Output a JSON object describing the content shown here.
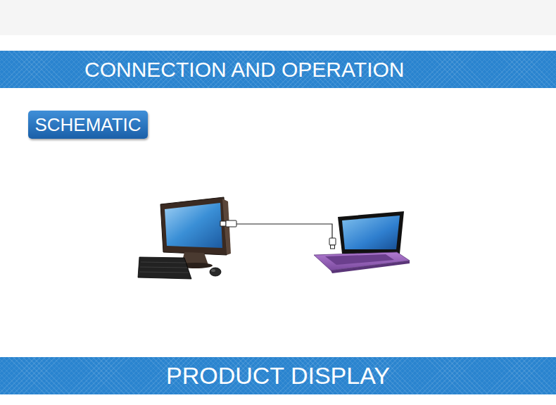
{
  "diagram": {
    "nodes": [
      {
        "text": [
          "CONNECTION AND OPERATION"
        ]
      },
      {
        "text": [
          "SCHEMATIC"
        ]
      },
      {
        "text": [
          "PRODUCT DISPLAY"
        ]
      }
    ]
  }
}
